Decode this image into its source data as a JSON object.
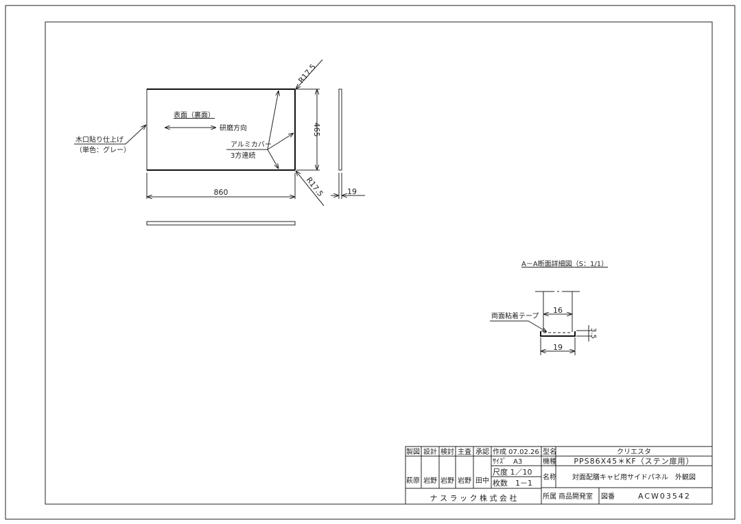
{
  "front_view": {
    "surface_label": "表面（裏面）",
    "polish_direction": "研磨方向",
    "edge_finish_line1": "木口貼り仕上げ",
    "edge_finish_line2": "（単色：グレー）",
    "aluminum_cover_line1": "アルミカバー",
    "aluminum_cover_line2": "3方連続",
    "radius_top": "R17.5",
    "radius_bottom": "R17.5",
    "dim_width": "860",
    "dim_height": "465",
    "dim_thickness": "19"
  },
  "section_view": {
    "title": "A－A断面詳細図（S：1/1）",
    "tape_label": "両面粘着テープ",
    "dim_inner": "16",
    "dim_outer": "19",
    "dim_depth": "3.5"
  },
  "title_block": {
    "headers": [
      "製図",
      "設計",
      "検討",
      "主査",
      "承認"
    ],
    "signers": [
      "萩原",
      "岩野",
      "岩野",
      "岩野",
      "田中"
    ],
    "created": "作成 07.02.26",
    "size": "ｻｲｽﾞ　A3",
    "scale": "尺度 1／10",
    "sheets": "枚数　1－1",
    "model_name_label": "型名",
    "model_name": "クリエスタ",
    "model_label": "機種",
    "model": "PPS86X45＊KF（ステン扉用）",
    "name_label": "名称",
    "name": "対面配膳キャビ用サイドパネル　外観図",
    "company": "ナ ス ラ ッ ク 株 式 会 社",
    "dept_label": "所属",
    "dept": "商品開発室",
    "drawing_no_label": "図番",
    "drawing_no": "ACW03542"
  }
}
